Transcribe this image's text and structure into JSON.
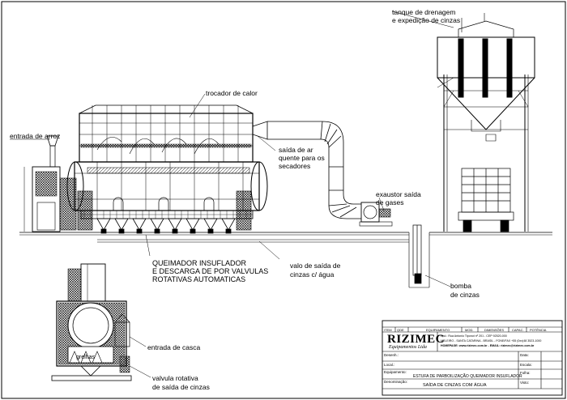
{
  "labels": {
    "tank": [
      "tanque de drenagem",
      "e expedição de cinzas"
    ],
    "heat_exchanger": "trocador de calor",
    "rice_inlet": "entrada de arroz",
    "hot_air": [
      "saída de ar",
      "quente para os",
      "secadores"
    ],
    "exhaust": [
      "exaustor saída",
      "de gases"
    ],
    "burner": [
      "QUEIMADOR INSUFLADOR",
      "E DESCARGA DE POR VALVULAS",
      "ROTATIVAS AUTOMATICAS"
    ],
    "ash_valve": [
      "valo de saída de",
      "cinzas c/ água"
    ],
    "pump": [
      "bomba",
      "de cinzas"
    ],
    "grates": "grelhas",
    "husk_inlet": "entrada de casca",
    "rotary_valve": [
      "valvula rotativa",
      "de saída de cinzas"
    ]
  },
  "title_block": {
    "columns": [
      "ITEM",
      "QDE",
      "EQUIPAMENTO",
      "MOD.",
      "DIMENSÕES",
      "CAPAC.",
      "POTÊNCIA"
    ],
    "company_name": "RIZIMEC",
    "company_sub": "Equipamentos Ltda",
    "address": [
      "End.: Rua Antonio Tiponot nº 201 - CEP 92520-000",
      "MELEIRO - SANTA CATARINA - BRASIL - FONE/FAX +55 (0xx)48 3523-1000",
      "HOMEPAGE: www.rizimec.com.br - EMAIL: rizimec@rizimec.com.br"
    ],
    "fields": [
      "Desenh.:",
      "Local.:",
      "Equipamento:",
      "Denominação:"
    ],
    "equipment": "ESTUFA DE PARBOILIZAÇÃO QUEIMADOR INSUFLADOR",
    "denomination": "SAÍDA DE CINZAS COM ÁGUA",
    "right_fields": [
      "Data:",
      "Escala:",
      "Folha:",
      "Visto:"
    ]
  }
}
